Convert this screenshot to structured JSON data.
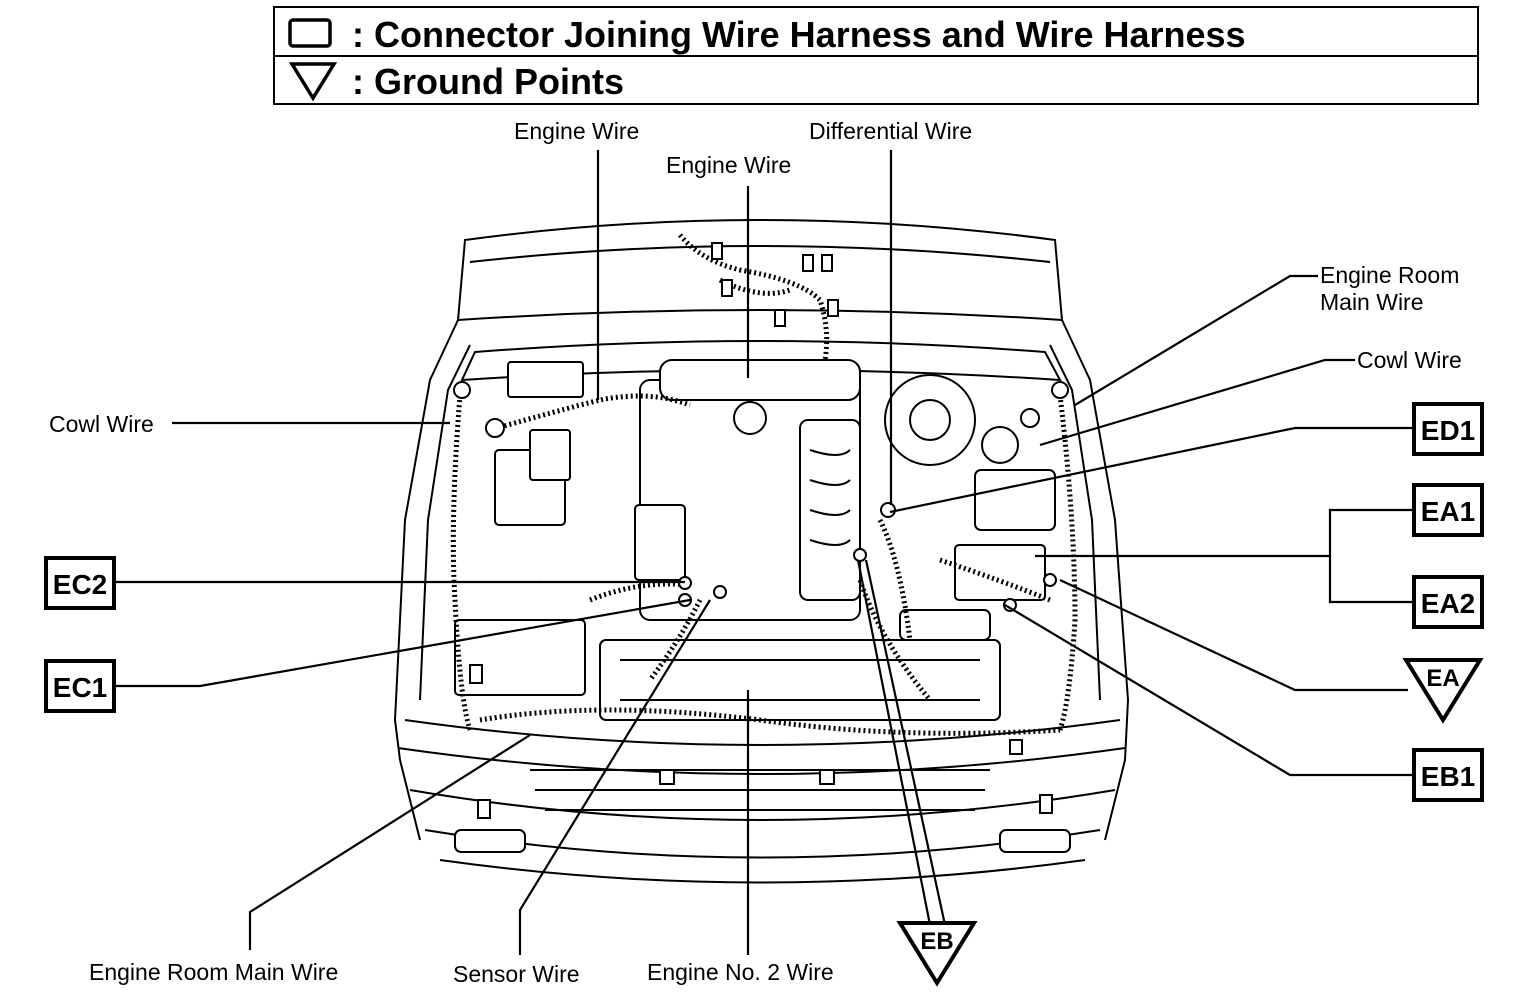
{
  "legend": {
    "connector_text": ": Connector Joining Wire Harness and Wire Harness",
    "ground_text": ": Ground Points"
  },
  "labels": {
    "engine_wire_1": "Engine Wire",
    "engine_wire_2": "Engine Wire",
    "differential_wire": "Differential Wire",
    "engine_room_main_wire_top_line1": "Engine Room",
    "engine_room_main_wire_top_line2": "Main Wire",
    "cowl_wire_right": "Cowl Wire",
    "cowl_wire_left": "Cowl Wire",
    "engine_room_main_wire_bottom": "Engine Room Main Wire",
    "sensor_wire": "Sensor Wire",
    "engine_no2_wire": "Engine No. 2 Wire"
  },
  "connectors": {
    "ed1": "ED1",
    "ea1": "EA1",
    "ea2": "EA2",
    "eb1": "EB1",
    "ec2": "EC2",
    "ec1": "EC1"
  },
  "grounds": {
    "ea": "EA",
    "eb": "EB"
  }
}
